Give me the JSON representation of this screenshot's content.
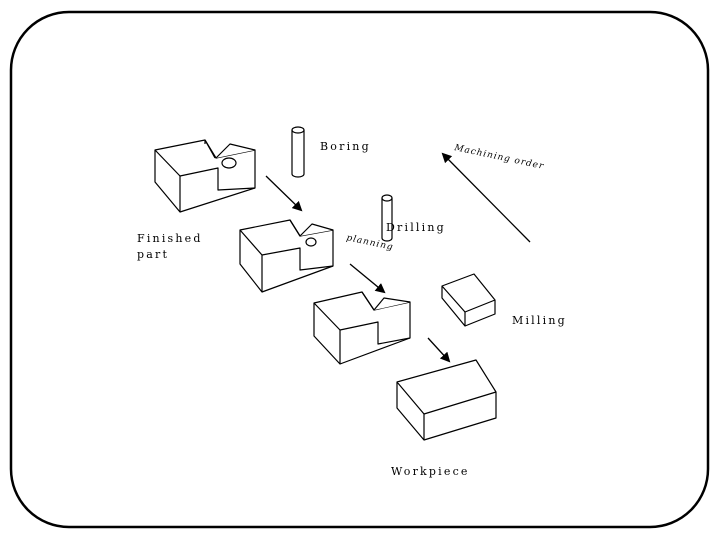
{
  "diagram": {
    "labels": {
      "boring": "Boring",
      "drilling": "Drilling",
      "milling": "Milling",
      "workpiece": "Workpiece",
      "finished_line1": "Finished",
      "finished_line2": "part",
      "planning": "planning",
      "machining_order": "Machining order"
    },
    "colors": {
      "stroke": "#000000",
      "background": "#ffffff"
    }
  }
}
